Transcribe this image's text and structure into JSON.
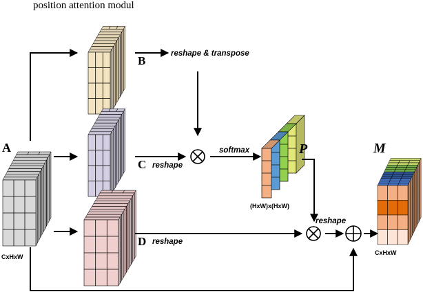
{
  "caption_fragment": "position attention modul",
  "tensors": {
    "A": {
      "label": "A",
      "dim": "CxHxW"
    },
    "B": {
      "label": "B",
      "op": "reshape & transpose"
    },
    "C": {
      "label": "C",
      "op": "reshape"
    },
    "D": {
      "label": "D",
      "op": "reshape"
    },
    "P": {
      "label": "P",
      "op_in": "softmax",
      "dim": "(HxW)x(HxW)"
    },
    "M": {
      "label": "M",
      "dim": "CxHxW"
    }
  },
  "ops": {
    "matmul_1": "multiply-circle-icon",
    "matmul_2": "multiply-circle-icon",
    "sum": "plus-circle-icon",
    "post_matmul_label": "reshape"
  },
  "colors": {
    "A": "#d9d9d9",
    "B": "#f2e3c1",
    "C": "#d4cfe3",
    "D": "#f0cfcf",
    "P_cols": [
      "#f4b084",
      "#5b9bd5",
      "#92d050",
      "#e2e77a"
    ],
    "M_front": [
      "#f4b084",
      "#e36c09",
      "#f4b084",
      "#fce4d6"
    ],
    "M_top": [
      "#4472c4",
      "#2f5597",
      "#70ad47",
      "#c5d36b"
    ]
  }
}
